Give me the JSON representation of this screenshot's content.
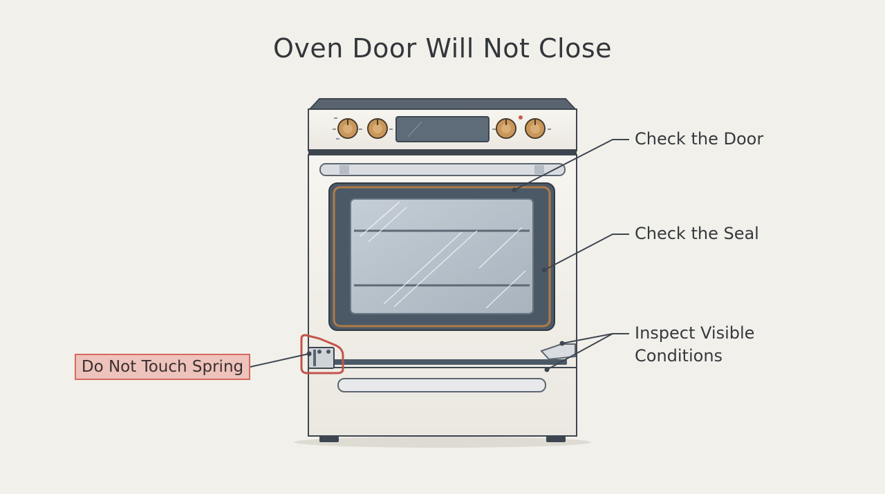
{
  "title": "Oven Door Will Not Close",
  "callouts": {
    "check_door": "Check the Door",
    "check_seal": "Check the Seal",
    "inspect_line1": "Inspect Visible",
    "inspect_line2": "Conditions",
    "warning": "Do Not Touch Spring"
  },
  "colors": {
    "background": "#f2f0ea",
    "outline": "#3d4650",
    "door_frame": "#4b5967",
    "glass": "#b9c3cc",
    "knob": "#c9975a",
    "seal": "#b27b45",
    "warning_fill": "#eec3bc",
    "warning_border": "#d46a60"
  },
  "icons": {
    "knobs": "control-knob-icon",
    "display": "oven-display-icon",
    "hinge": "door-hinge-icon"
  }
}
